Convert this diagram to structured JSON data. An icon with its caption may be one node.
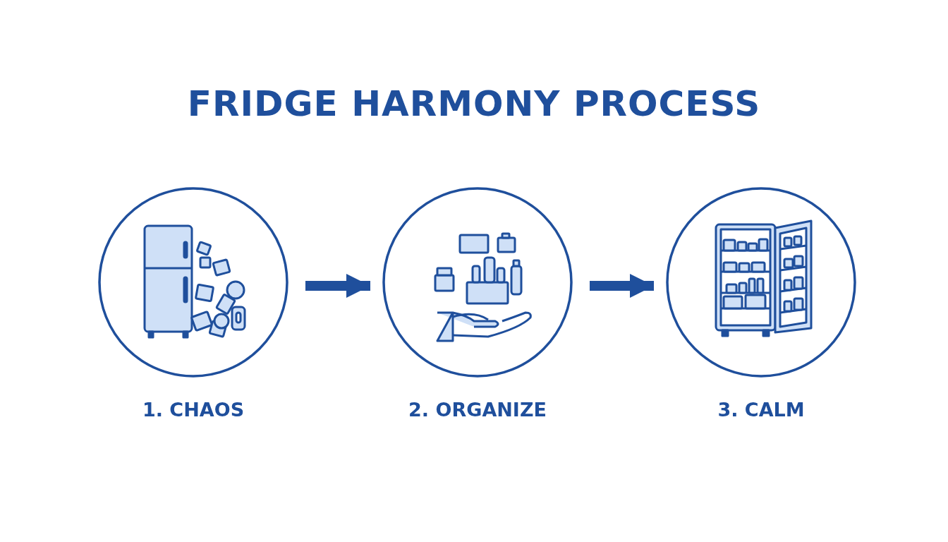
{
  "diagram": {
    "title": "FRIDGE HARMONY PROCESS",
    "nodes": [
      {
        "text": [
          "1. CHAOS"
        ]
      },
      {
        "text": [
          "2. ORGANIZE"
        ]
      },
      {
        "text": [
          "3. CALM"
        ]
      }
    ],
    "edges": [
      {
        "from": 0,
        "to": 1,
        "arrow": "to"
      },
      {
        "from": 1,
        "to": 2,
        "arrow": "to"
      }
    ]
  }
}
